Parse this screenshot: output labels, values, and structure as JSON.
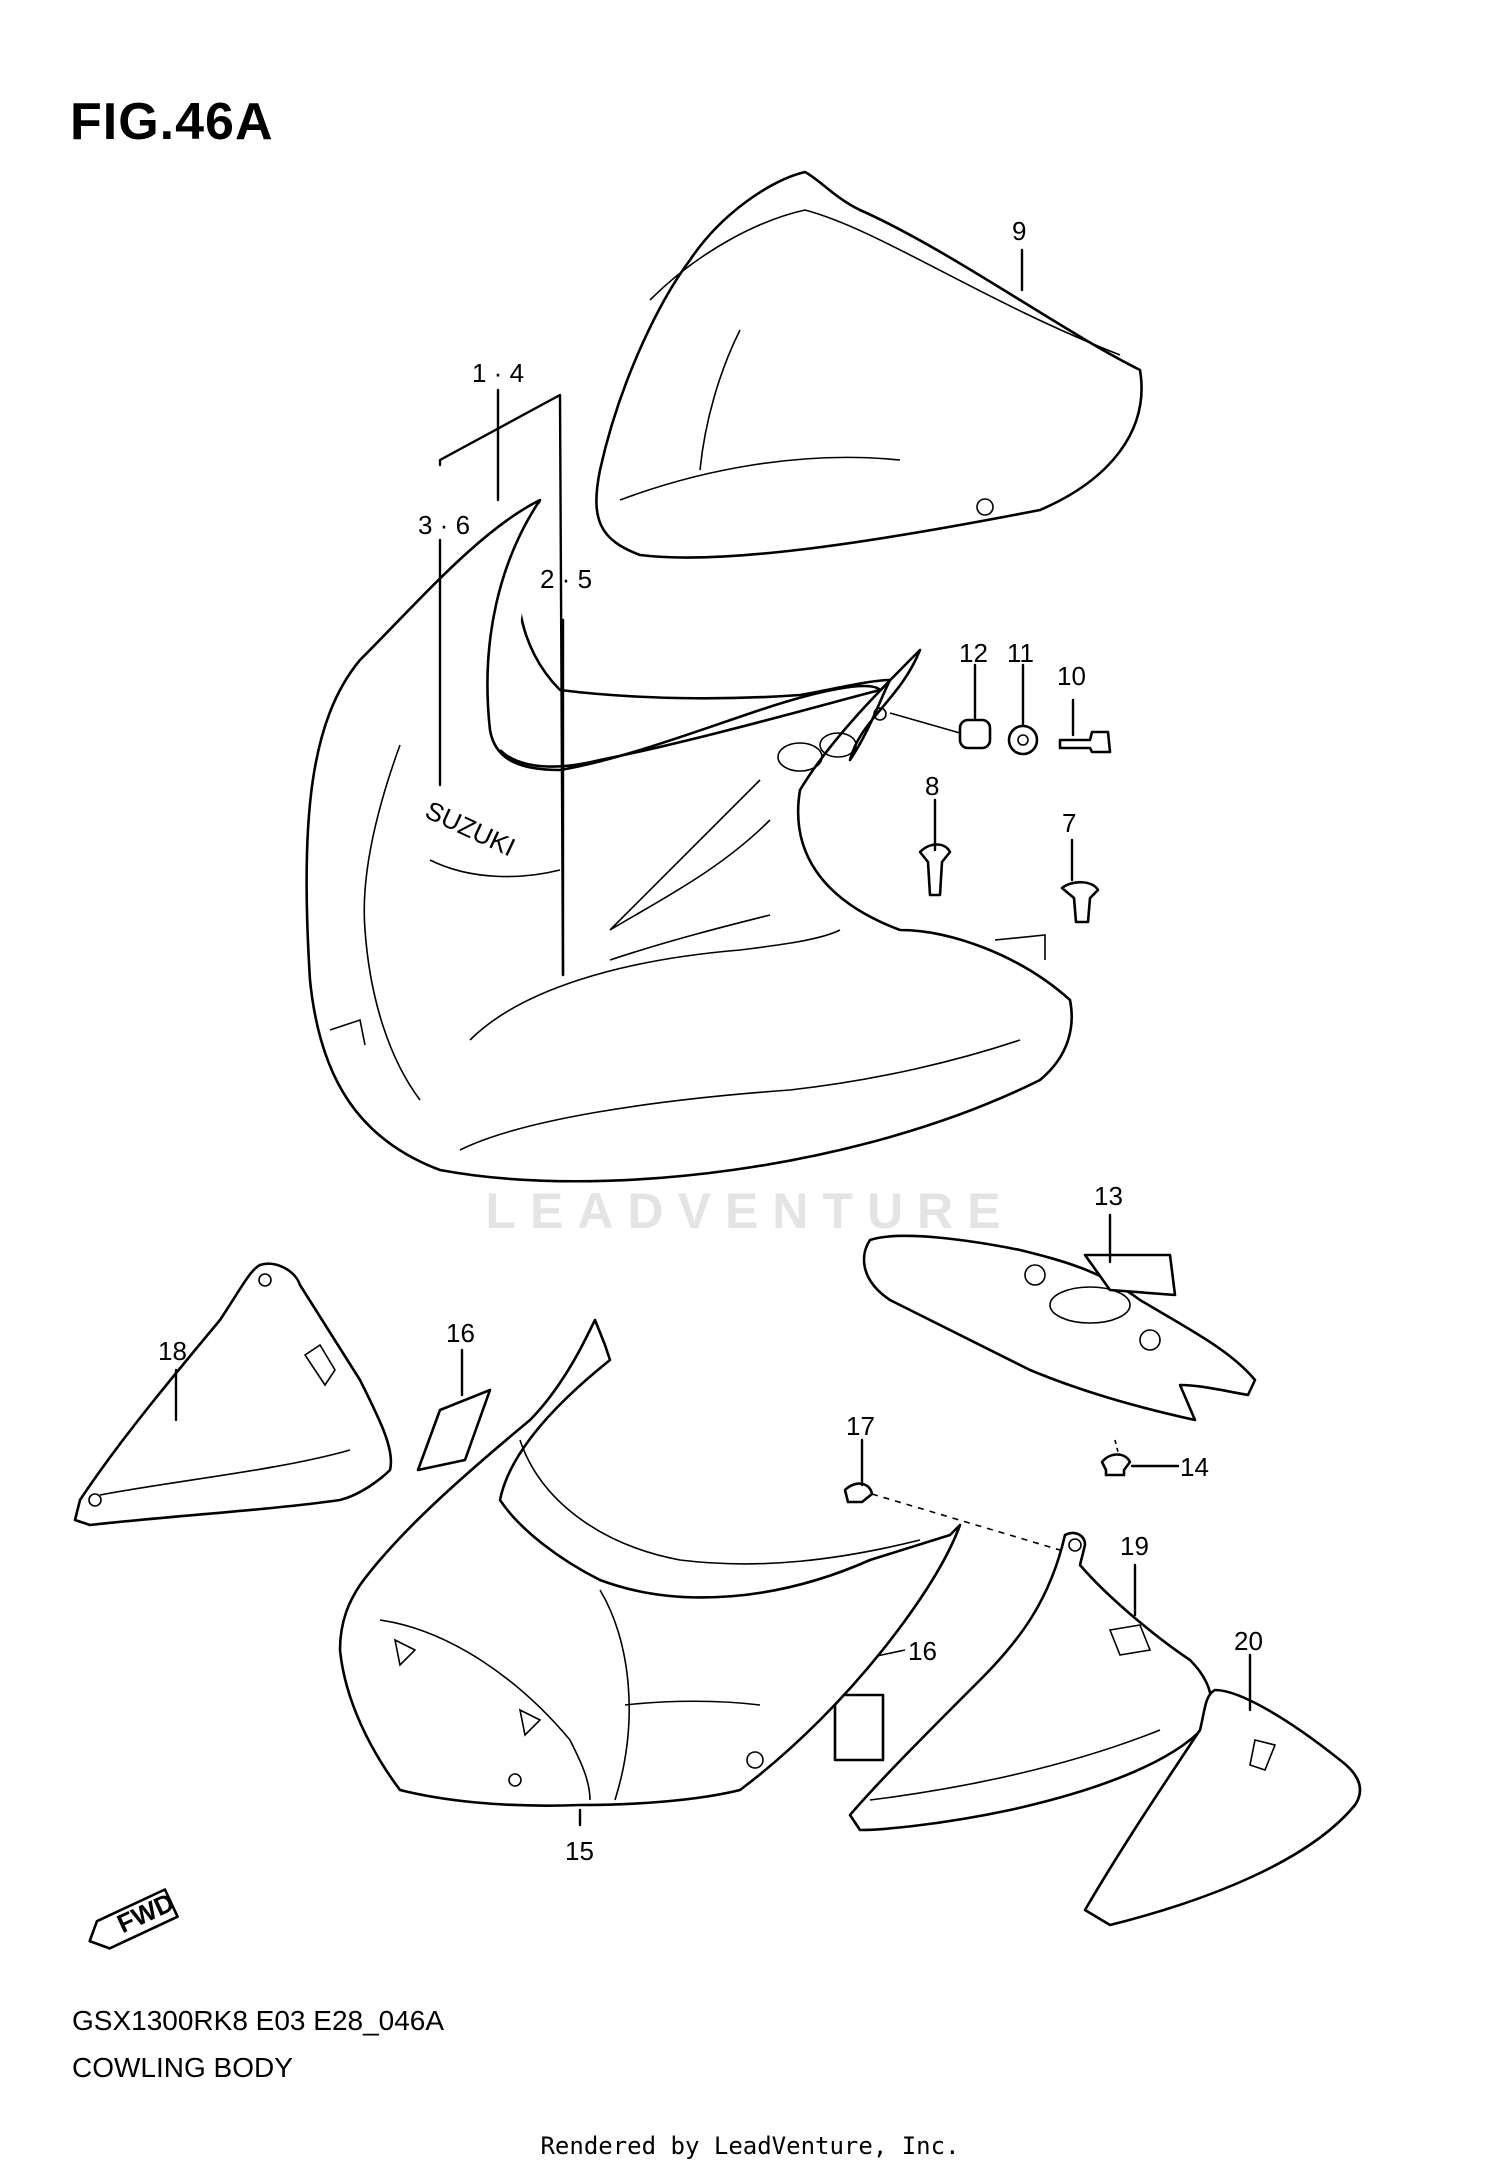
{
  "figure": {
    "title": "FIG.46A",
    "model_code": "GSX1300RK8 E03 E28_046A",
    "diagram_title": "COWLING BODY"
  },
  "callouts": {
    "c9": "9",
    "c14_label": "1 · 4",
    "c36_label": "3 · 6",
    "c25_label": "2 · 5",
    "c12": "12",
    "c11": "11",
    "c10": "10",
    "c8": "8",
    "c7": "7",
    "c13": "13",
    "c18": "18",
    "c16a": "16",
    "c17": "17",
    "c14": "14",
    "c19": "19",
    "c16b": "16",
    "c20": "20",
    "c15": "15"
  },
  "decal_text": "SUZUKI",
  "direction_marker": "FWD",
  "watermark_text": "LEADVENTURE",
  "footer_text": "Rendered by LeadVenture, Inc."
}
